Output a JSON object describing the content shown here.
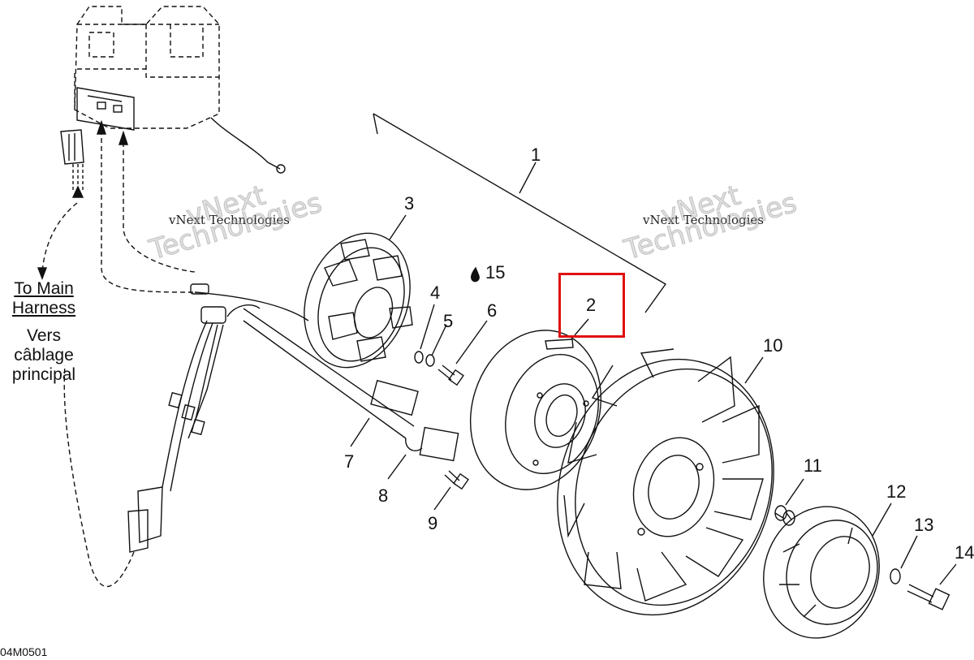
{
  "callouts": {
    "c1": "1",
    "c2": "2",
    "c3": "3",
    "c4": "4",
    "c5": "5",
    "c6": "6",
    "c7": "7",
    "c8": "8",
    "c9": "9",
    "c10": "10",
    "c11": "11",
    "c12": "12",
    "c13": "13",
    "c14": "14",
    "c15": "15"
  },
  "harness": {
    "en_line1": "To Main",
    "en_line2": "Harness",
    "fr_line1": "Vers",
    "fr_line2": "câblage",
    "fr_line3": "principal"
  },
  "watermark": {
    "small": "vNext Technologies",
    "big_line1": "vNext",
    "big_line2": "Technologies"
  },
  "figure_code": "04M0501",
  "highlight_color": "#e01010"
}
